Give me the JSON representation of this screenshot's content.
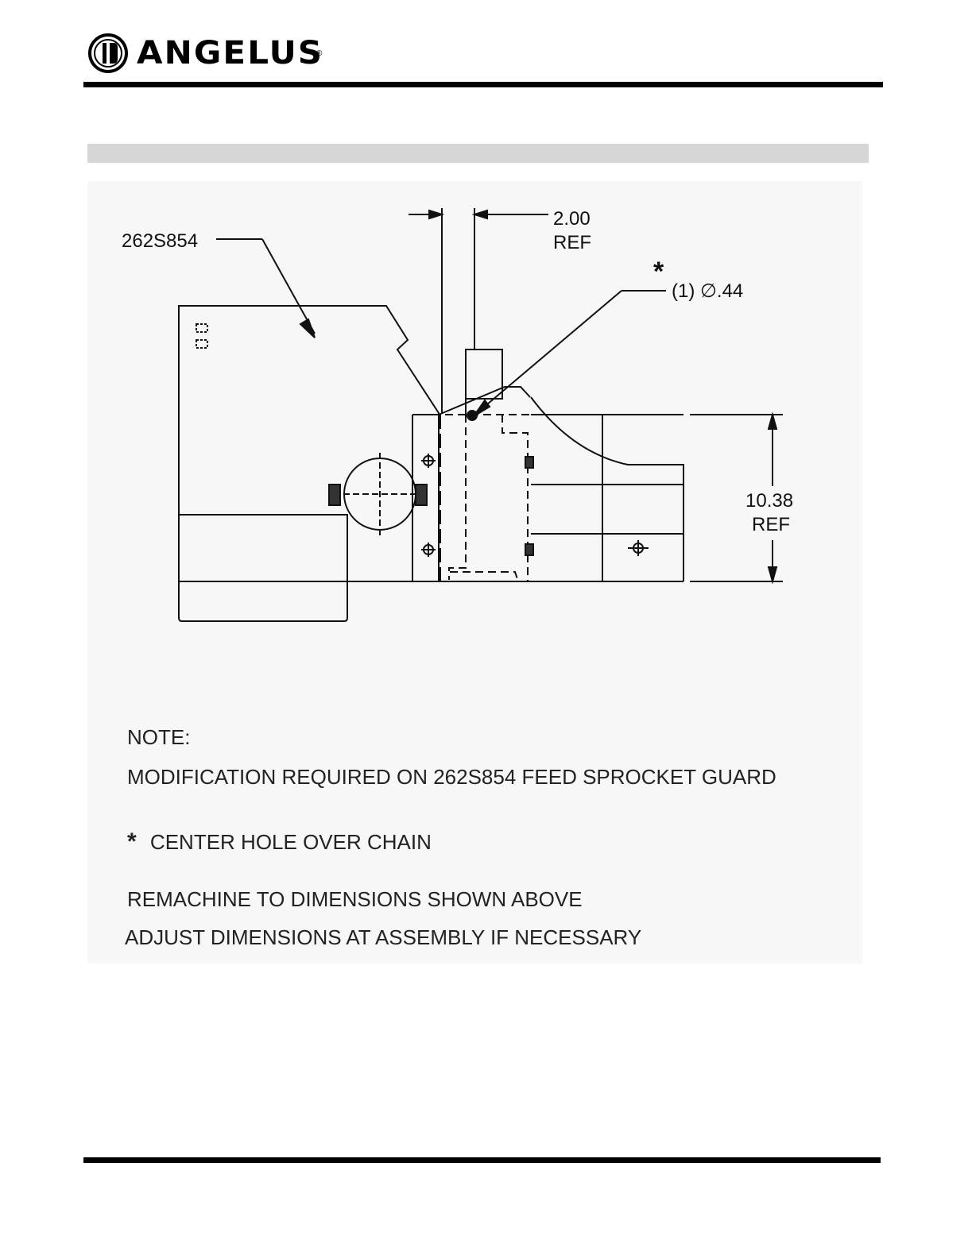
{
  "header": {
    "brand_name": "ANGELUS",
    "registered_mark": "®"
  },
  "drawing": {
    "part_callout": "262S854",
    "dim_top_value": "2.00",
    "dim_top_ref": "REF",
    "hole_asterisk": "*",
    "hole_callout": "(1) ∅.44",
    "dim_right_value": "10.38",
    "dim_right_ref": "REF"
  },
  "notes": {
    "heading": "NOTE:",
    "line1": "MODIFICATION REQUIRED ON 262S854 FEED SPROCKET GUARD",
    "asterisk": "*",
    "line2": "CENTER HOLE OVER CHAIN",
    "line3": "REMACHINE TO DIMENSIONS SHOWN ABOVE",
    "line4": "ADJUST DIMENSIONS AT ASSEMBLY IF NECESSARY"
  }
}
